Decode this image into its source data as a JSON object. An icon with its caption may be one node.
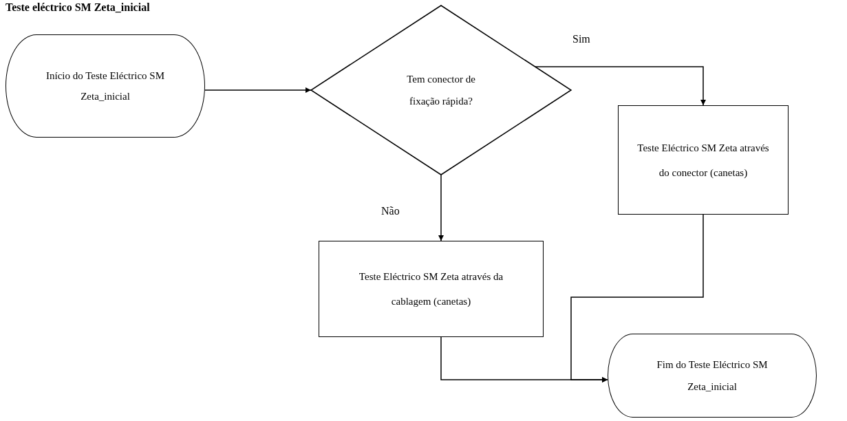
{
  "diagram": {
    "title": "Teste eléctrico SM Zeta_inicial",
    "nodes": [
      {
        "text": [
          "Início do Teste Eléctrico SM Zeta_inicial"
        ]
      },
      {
        "text": [
          "Tem conector de fixação rápida?"
        ]
      },
      {
        "text": [
          "Teste Eléctrico SM Zeta através do conector (canetas)"
        ]
      },
      {
        "text": [
          "Teste Eléctrico SM Zeta através da cablagem (canetas)"
        ]
      },
      {
        "text": [
          "Fim do Teste Eléctrico SM Zeta_inicial"
        ]
      }
    ],
    "edges": [
      {
        "from": 0,
        "to": 1,
        "arrow": "to"
      },
      {
        "from": 1,
        "to": 2,
        "arrow": "to",
        "label": "Sim"
      },
      {
        "from": 1,
        "to": 3,
        "arrow": "to",
        "label": "Não"
      },
      {
        "from": 3,
        "to": 4,
        "arrow": "to"
      },
      {
        "from": 2,
        "to": 4,
        "arrow": "to"
      }
    ]
  }
}
